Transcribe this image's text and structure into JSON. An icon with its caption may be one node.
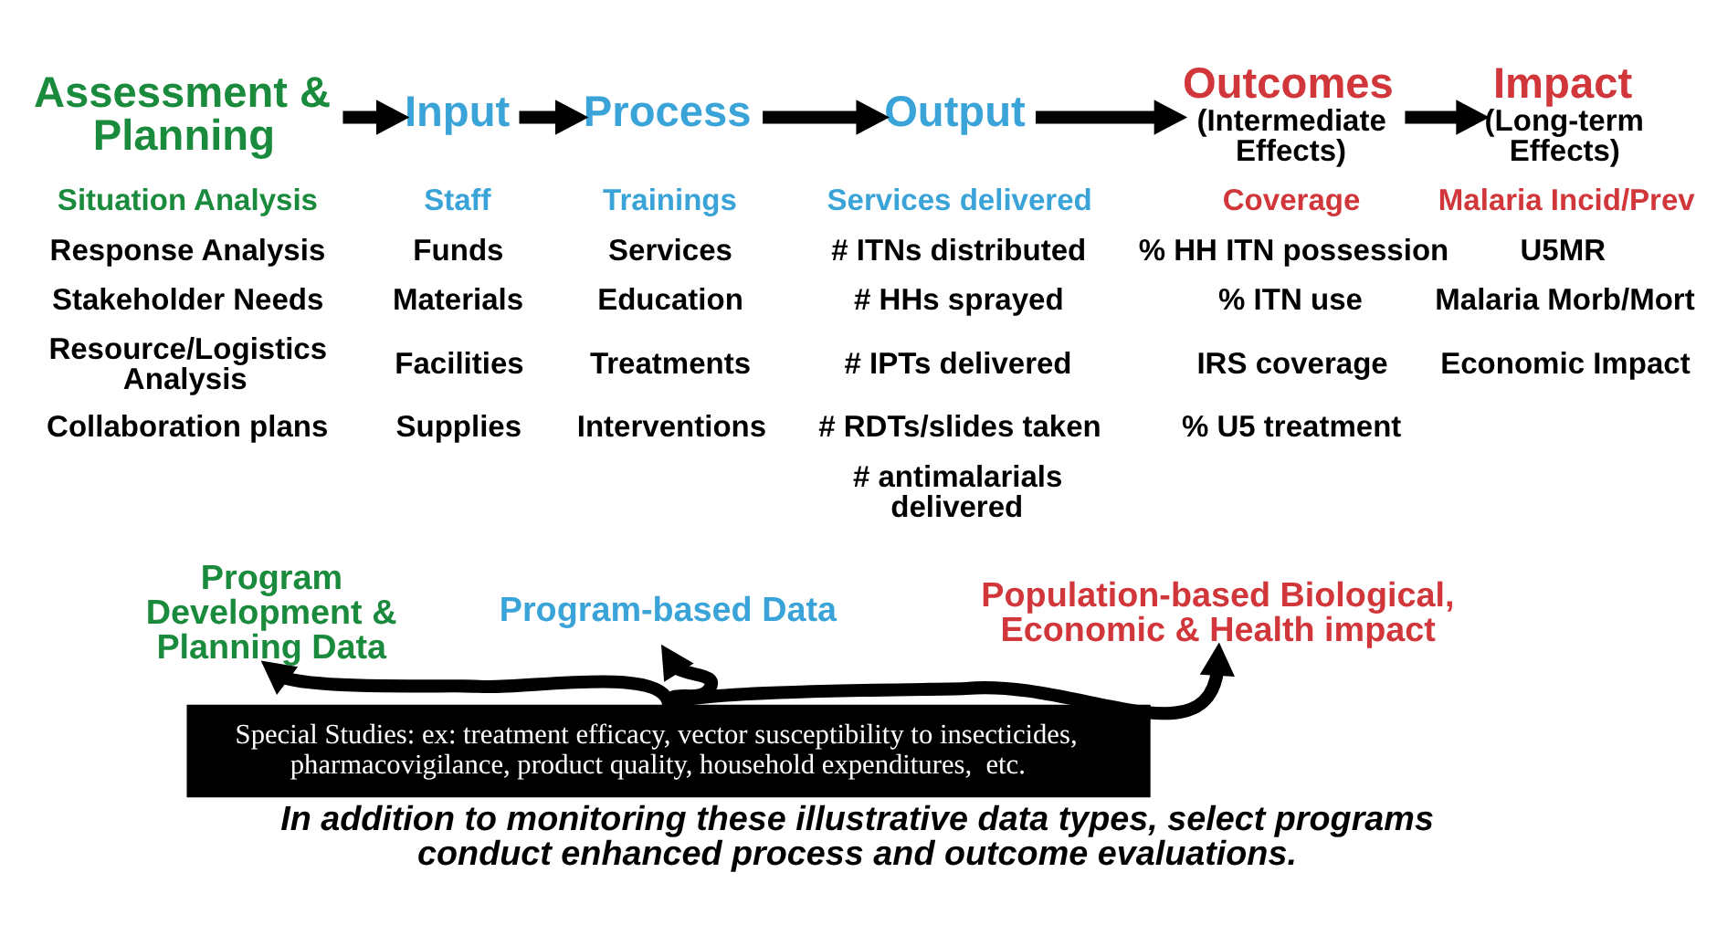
{
  "diagram": {
    "caption": "In addition to monitoring these illustrative data types, select programs conduct enhanced process and outcome evaluations.",
    "nodes": [
      {
        "text": [
          "Assessment & Planning"
        ]
      },
      {
        "text": [
          "Input"
        ]
      },
      {
        "text": [
          "Process"
        ]
      },
      {
        "text": [
          "Output"
        ]
      },
      {
        "text": [
          "Outcomes",
          "(Intermediate Effects)"
        ]
      },
      {
        "text": [
          "Impact",
          "(Long-term Effects)"
        ]
      },
      {
        "text": [
          "Program Development & Planning Data"
        ]
      },
      {
        "text": [
          "Program-based Data"
        ]
      },
      {
        "text": [
          "Population-based Biological, Economic & Health impact"
        ]
      },
      {
        "text": [
          "Special Studies: ex: treatment efficacy, vector susceptibility to insecticides, pharmacovigilance, product quality, household expenditures,  etc."
        ]
      }
    ],
    "edges": [
      {
        "from": 0,
        "to": 1,
        "arrow": "to"
      },
      {
        "from": 1,
        "to": 2,
        "arrow": "to"
      },
      {
        "from": 2,
        "to": 3,
        "arrow": "to"
      },
      {
        "from": 3,
        "to": 4,
        "arrow": "to"
      },
      {
        "from": 4,
        "to": 5,
        "arrow": "to"
      },
      {
        "from": 9,
        "to": 6,
        "arrow": "to"
      },
      {
        "from": 9,
        "to": 7,
        "arrow": "to"
      },
      {
        "from": 9,
        "to": 8,
        "arrow": "to"
      }
    ],
    "labels": [
      "Situation Analysis",
      "Response Analysis",
      "Stakeholder Needs",
      "Resource/Logistics Analysis",
      "Collaboration plans",
      "Staff",
      "Funds",
      "Materials",
      "Facilities",
      "Supplies",
      "Trainings",
      "Services",
      "Education",
      "Treatments",
      "Interventions",
      "Services delivered",
      "# ITNs distributed",
      "# HHs sprayed",
      "# IPTs delivered",
      "# RDTs/slides taken",
      "# antimalarials delivered",
      "Coverage",
      "% HH ITN possession",
      "% ITN use",
      "IRS coverage",
      "% U5 treatment",
      "Malaria Incid/Prev",
      "U5MR",
      "Malaria Morb/Mort",
      "Economic Impact"
    ]
  }
}
